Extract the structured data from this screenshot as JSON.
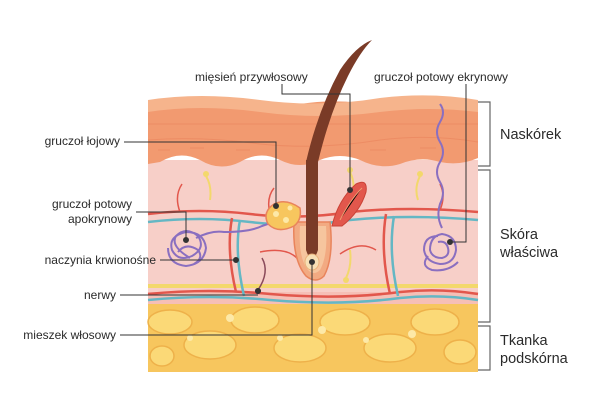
{
  "labels": {
    "arrector_pili": "mięsień przywłosowy",
    "eccrine_gland": "gruczoł potowy ekrynowy",
    "sebaceous_gland": "gruczoł łojowy",
    "apocrine_gland_line1": "gruczoł potowy",
    "apocrine_gland_line2": "apokrynowy",
    "blood_vessels": "naczynia krwionośne",
    "nerves": "nerwy",
    "hair_follicle": "mieszek włosowy"
  },
  "layers": {
    "epidermis": "Naskórek",
    "dermis_line1": "Skóra",
    "dermis_line2": "właściwa",
    "hypodermis_line1": "Tkanka",
    "hypodermis_line2": "podskórna"
  },
  "colors": {
    "epidermis": "#f29a70",
    "epidermis_dark": "#e9845c",
    "dermis": "#f7cfc8",
    "dermis_light": "#fbe0da",
    "fat": "#f7c65e",
    "fat_cell": "#fbd977",
    "vessel_red": "#e2574c",
    "vessel_blue": "#64b7c4",
    "nerve_yellow": "#f3d86c",
    "gland_purple": "#8a6fc0",
    "hair": "#7a3b27",
    "leader": "#333333"
  }
}
